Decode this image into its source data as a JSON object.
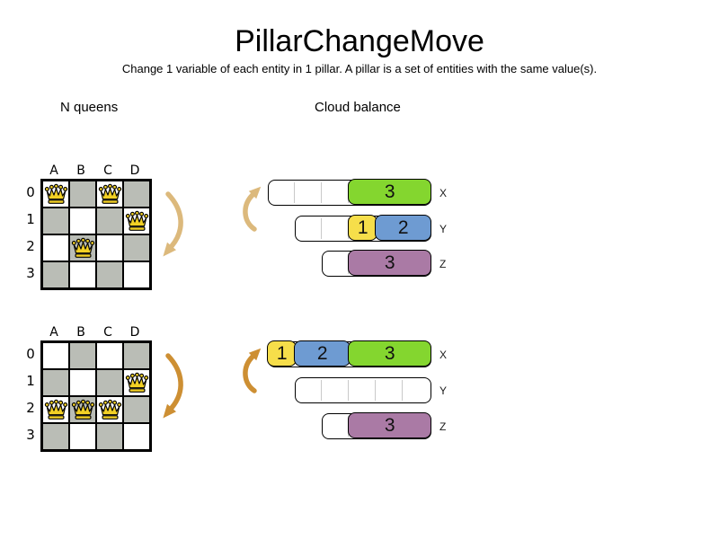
{
  "title": "PillarChangeMove",
  "subtitle": "Change 1 variable of each entity in 1 pillar. A pillar is a set of entities with the same value(s).",
  "colors": {
    "board_gray": "#babdb6",
    "queen_gold": "#f2d025",
    "green": "#84d62f",
    "yellow": "#f6de4a",
    "blue": "#6e9bd2",
    "purple": "#aa7aa5",
    "arrow_light": "#dcb97c",
    "arrow_dark": "#cd8f33"
  },
  "sections": {
    "nqueens": {
      "heading": "N queens",
      "boards": [
        {
          "name": "before",
          "columns": [
            "A",
            "B",
            "C",
            "D"
          ],
          "rows": [
            "0",
            "1",
            "2",
            "3"
          ],
          "queens": [
            [
              0,
              0
            ],
            [
              0,
              2
            ],
            [
              1,
              3
            ],
            [
              2,
              1
            ]
          ]
        },
        {
          "name": "after",
          "columns": [
            "A",
            "B",
            "C",
            "D"
          ],
          "rows": [
            "0",
            "1",
            "2",
            "3"
          ],
          "queens": [
            [
              1,
              3
            ],
            [
              2,
              0
            ],
            [
              2,
              1
            ],
            [
              2,
              2
            ]
          ]
        }
      ]
    },
    "cloud": {
      "heading": "Cloud balance",
      "states": [
        {
          "name": "before",
          "bars": [
            {
              "label": "X",
              "units": 6,
              "blocks": [
                {
                  "color": "green",
                  "start": 3,
                  "span": 3,
                  "value": "3"
                }
              ]
            },
            {
              "label": "Y",
              "units": 5,
              "blocks": [
                {
                  "color": "yellow",
                  "start": 2,
                  "span": 1,
                  "value": "1"
                },
                {
                  "color": "blue",
                  "start": 3,
                  "span": 2,
                  "value": "2"
                }
              ]
            },
            {
              "label": "Z",
              "units": 4,
              "blocks": [
                {
                  "color": "purple",
                  "start": 1,
                  "span": 3,
                  "value": "3"
                }
              ]
            }
          ]
        },
        {
          "name": "after",
          "bars": [
            {
              "label": "X",
              "units": 6,
              "blocks": [
                {
                  "color": "yellow",
                  "start": 0,
                  "span": 1,
                  "value": "1"
                },
                {
                  "color": "blue",
                  "start": 1,
                  "span": 2,
                  "value": "2"
                },
                {
                  "color": "green",
                  "start": 3,
                  "span": 3,
                  "value": "3"
                }
              ]
            },
            {
              "label": "Y",
              "units": 5,
              "blocks": []
            },
            {
              "label": "Z",
              "units": 4,
              "blocks": [
                {
                  "color": "purple",
                  "start": 1,
                  "span": 3,
                  "value": "3"
                }
              ]
            }
          ]
        }
      ]
    }
  }
}
